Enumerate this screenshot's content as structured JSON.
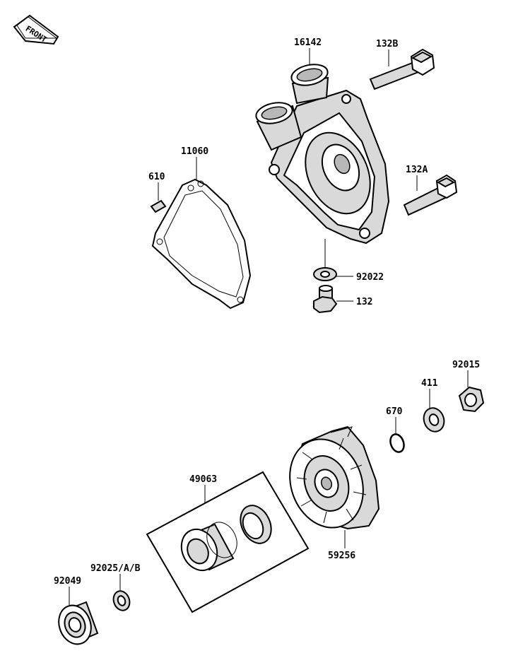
{
  "front_label": "FRONT",
  "parts": {
    "p16142": "16142",
    "p132B": "132B",
    "p11060": "11060",
    "p610": "610",
    "p132A": "132A",
    "p92022": "92022",
    "p132": "132",
    "p92015": "92015",
    "p411": "411",
    "p670": "670",
    "p49063": "49063",
    "p59256": "59256",
    "p92025": "92025/A/B",
    "p92049": "92049"
  }
}
